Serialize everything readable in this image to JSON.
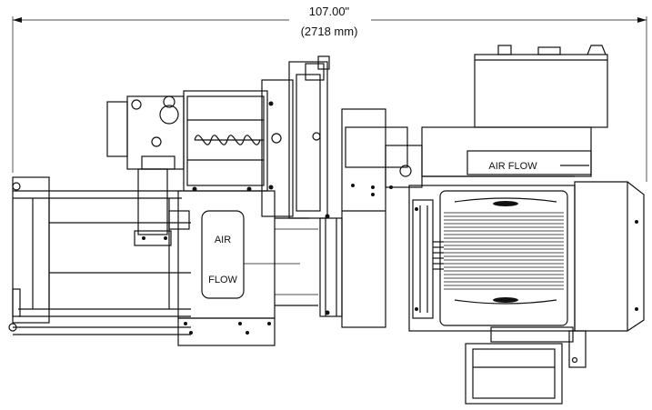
{
  "dimension": {
    "inches": "107.00\"",
    "mm": "(2718 mm)"
  },
  "labels": {
    "air_flow_right": "AIR FLOW",
    "air_flow_left_line1": "AIR",
    "air_flow_left_line2": "FLOW"
  }
}
